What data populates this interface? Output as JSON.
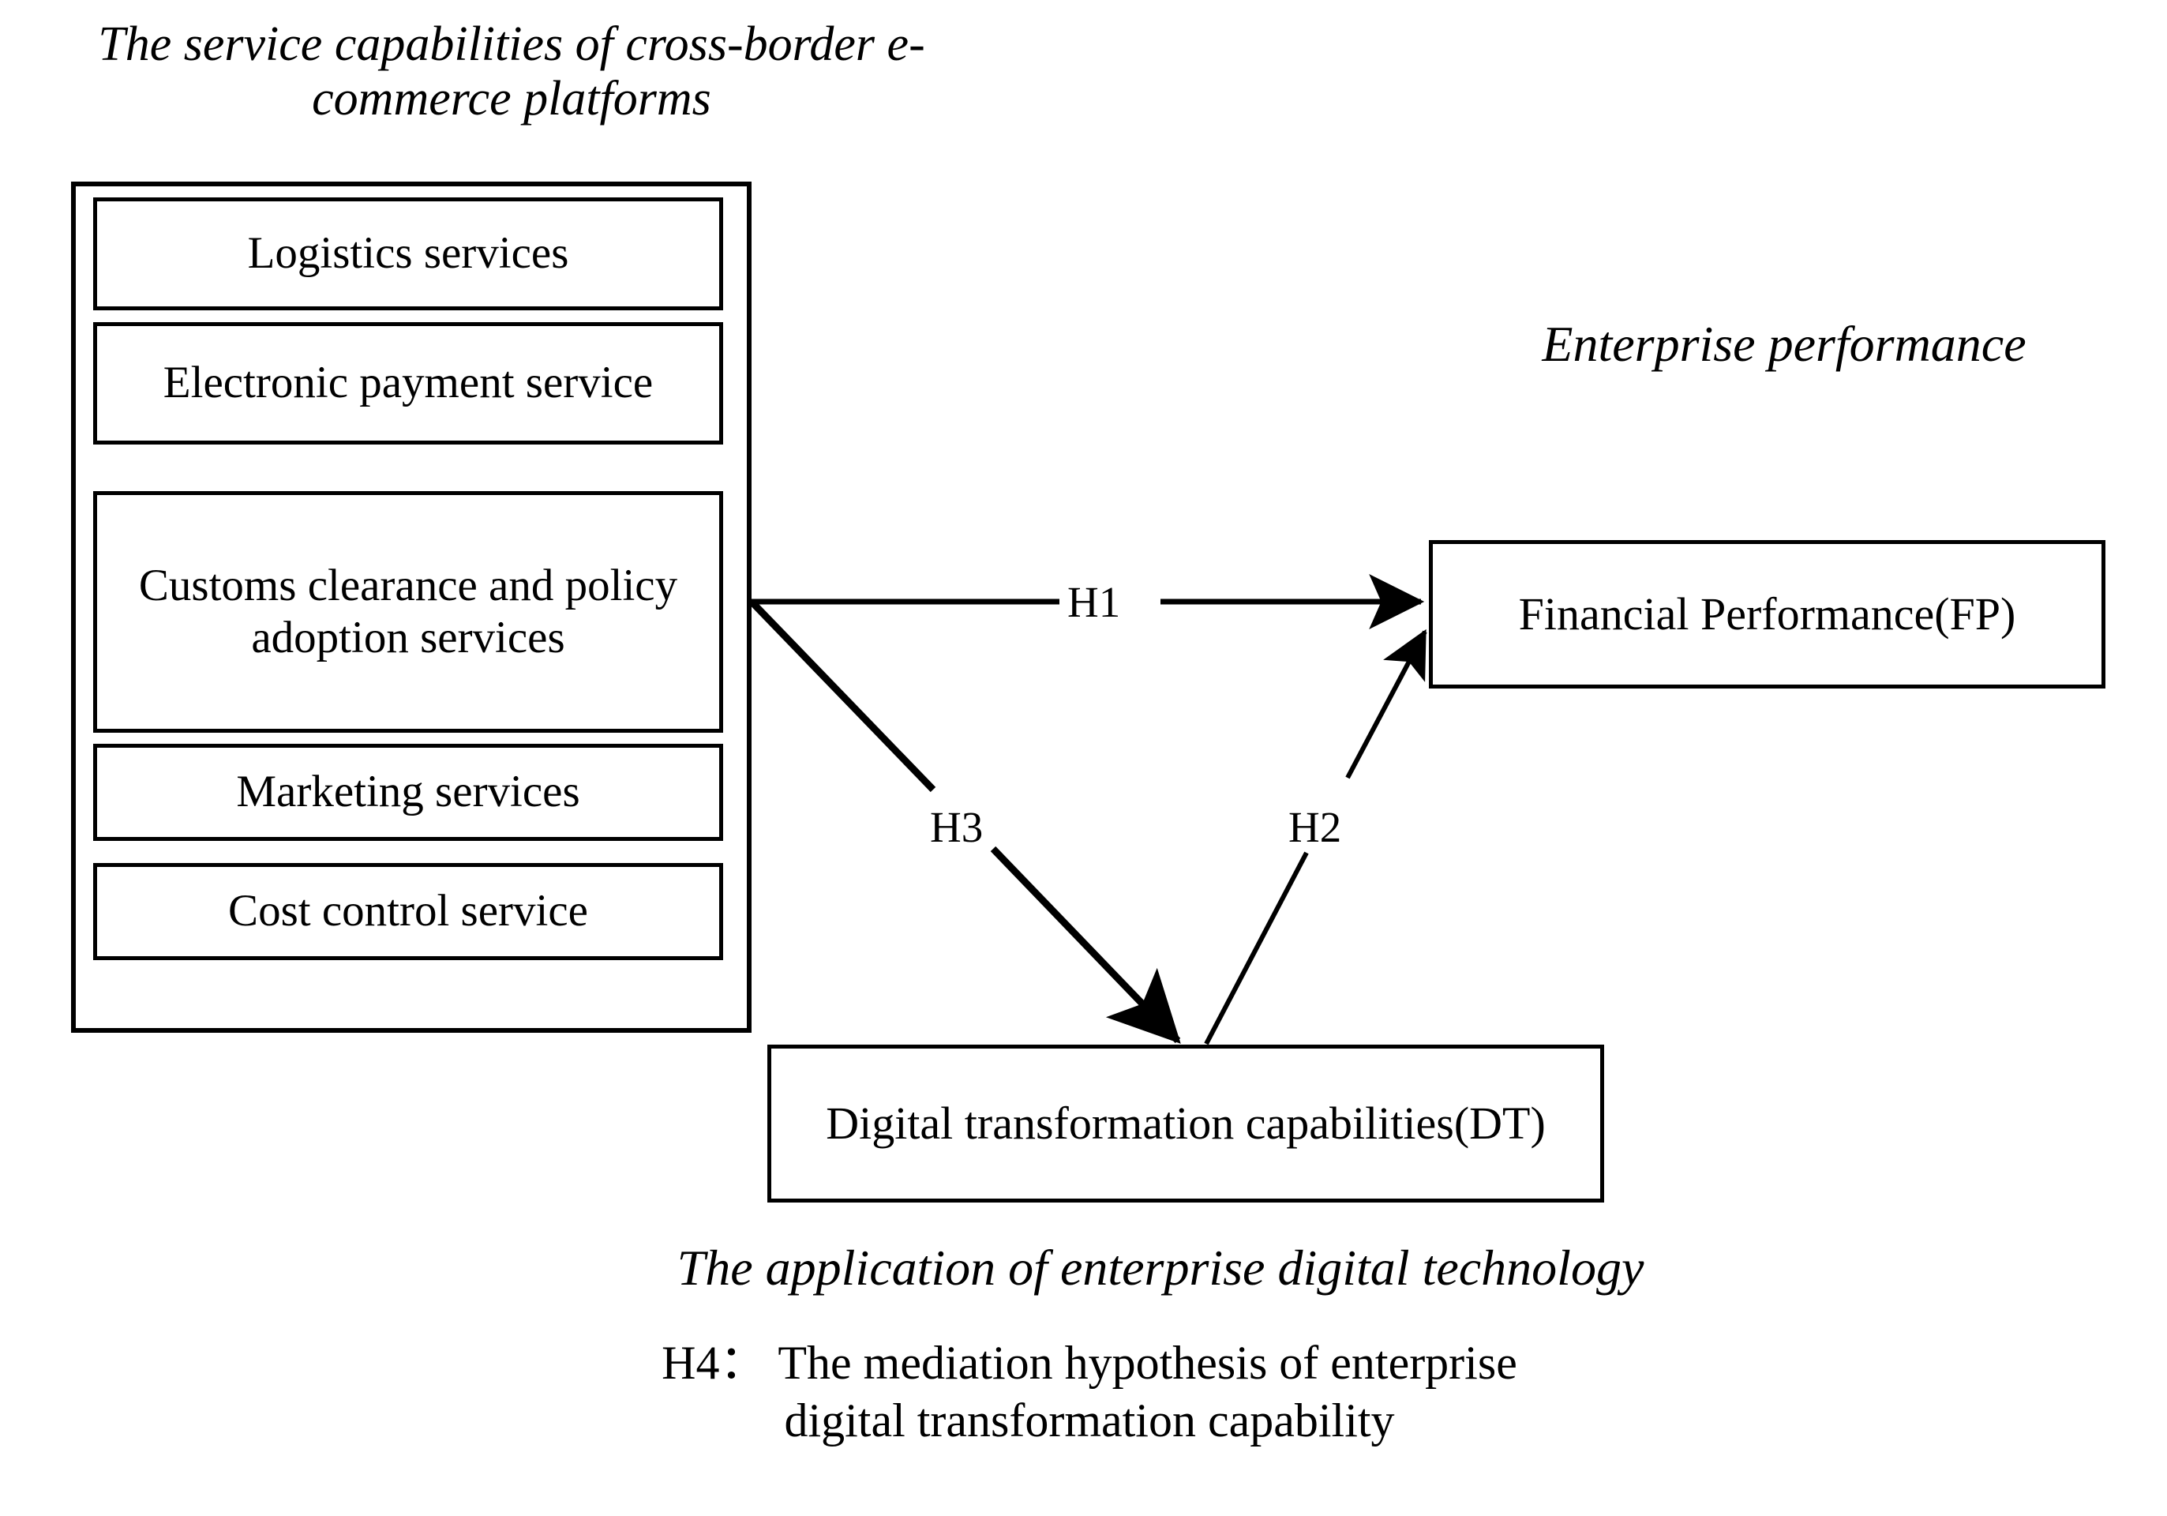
{
  "diagram": {
    "type": "conceptual-research-model",
    "captions": {
      "left": "The service capabilities of cross-border e-commerce platforms",
      "right": "Enterprise performance",
      "bottom": "The application of enterprise digital technology"
    },
    "construct_group": {
      "name": "The service capabilities of cross-border e-commerce platforms",
      "items": [
        {
          "id": "logistics",
          "label": "Logistics services"
        },
        {
          "id": "epayment",
          "label": "Electronic payment service"
        },
        {
          "id": "customs",
          "label": "Customs clearance and policy adoption services"
        },
        {
          "id": "marketing",
          "label": "Marketing services"
        },
        {
          "id": "cost",
          "label": "Cost control service"
        }
      ]
    },
    "nodes": [
      {
        "id": "fp",
        "label": "Financial Performance(FP)"
      },
      {
        "id": "dt",
        "label": "Digital transformation capabilities(DT)"
      }
    ],
    "edges": [
      {
        "id": "h1",
        "label": "H1",
        "from": "service-capabilities",
        "to": "fp"
      },
      {
        "id": "h2",
        "label": "H2",
        "from": "dt",
        "to": "fp"
      },
      {
        "id": "h3",
        "label": "H3",
        "from": "service-capabilities",
        "to": "dt"
      }
    ],
    "note": {
      "tag": "H4：",
      "text": "H4：  The mediation hypothesis of enterprise\ndigital transformation capability"
    },
    "colors": {
      "stroke": "#000000",
      "background": "#ffffff",
      "text": "#000000"
    }
  }
}
